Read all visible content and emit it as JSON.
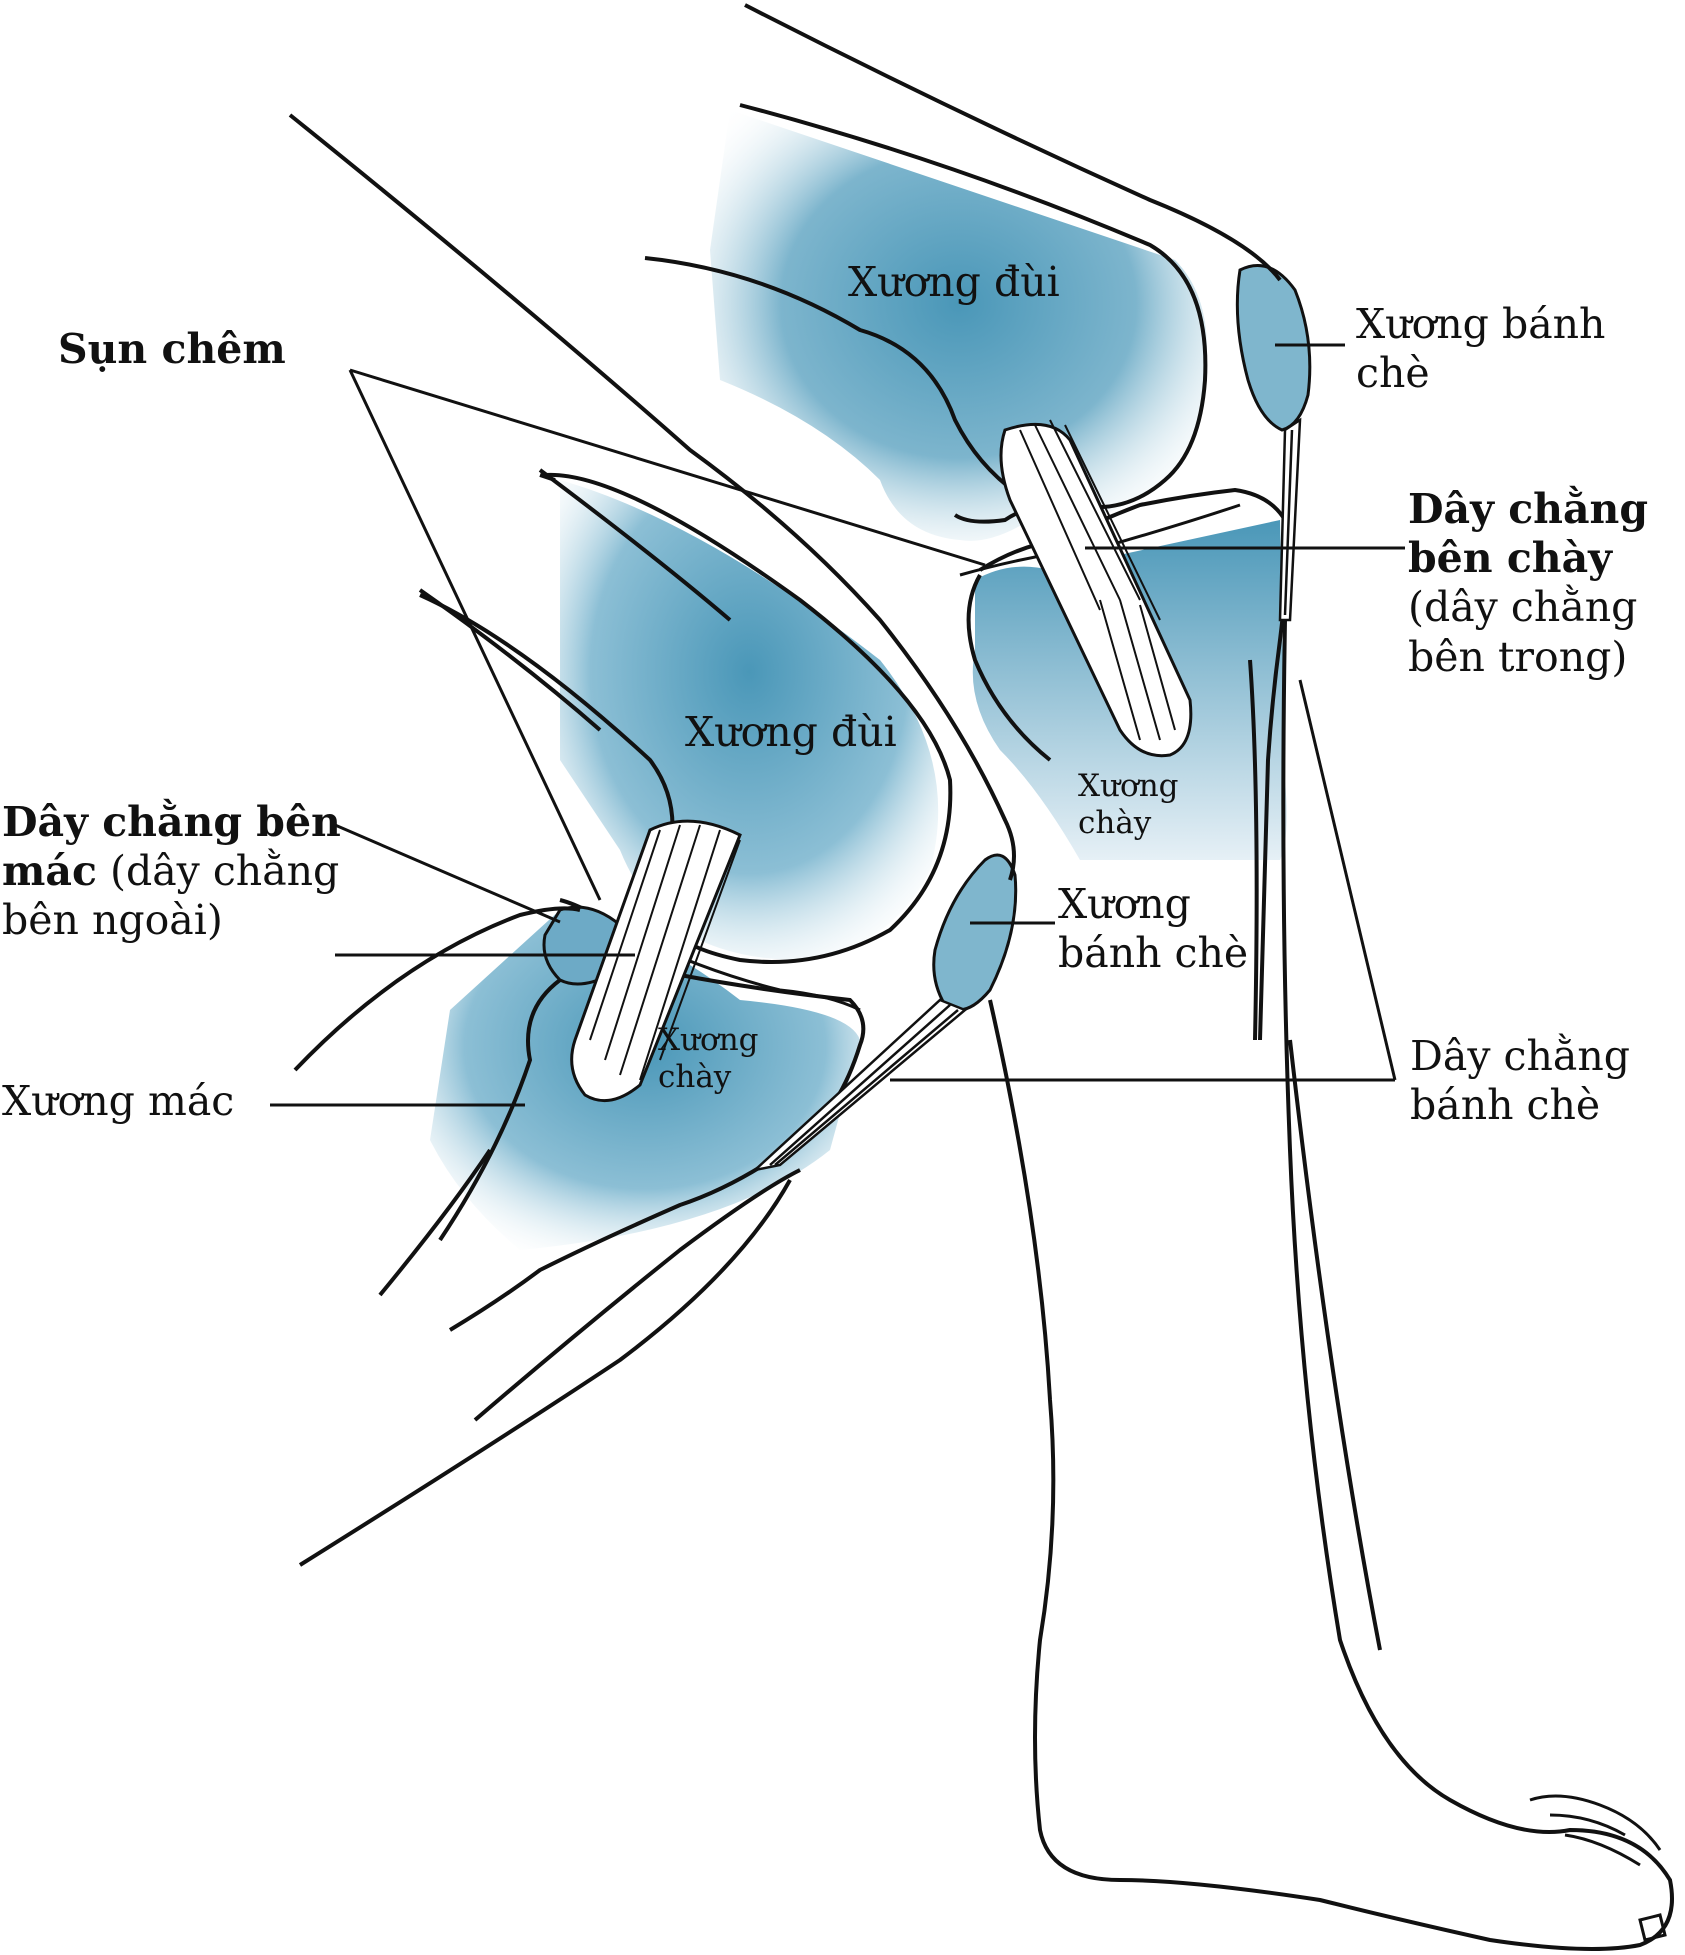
{
  "labels": {
    "menisci": "Sụn chêm",
    "femur_top": "Xương đùi",
    "femur_bottom": "Xương đùi",
    "patella_right_line1": "Xương bánh",
    "patella_right_line2": "chè",
    "patella_mid_line1": "Xương",
    "patella_mid_line2": "bánh chè",
    "mcl_bold_line1": "Dây chằng",
    "mcl_bold_line2": "bên chày",
    "mcl_normal_line1": "(dây chằng",
    "mcl_normal_line2": "bên trong)",
    "tibia_top_line1": "Xương",
    "tibia_top_line2": "chày",
    "tibia_bottom_line1": "Xương",
    "tibia_bottom_line2": "chày",
    "lcl_bold_line1": "Dây chằng bên",
    "lcl_bold_line2": "mác",
    "lcl_normal_line2": " (dây chằng",
    "lcl_normal_line3": "bên ngoài)",
    "fibula": "Xương mác",
    "patellar_lig_line1": "Dây chằng",
    "patellar_lig_line2": "bánh chè"
  },
  "colors": {
    "bone_blue": "#4a97b8",
    "bone_light": "#cfe3ee",
    "outline": "#111111",
    "ligament": "#ffffff"
  }
}
